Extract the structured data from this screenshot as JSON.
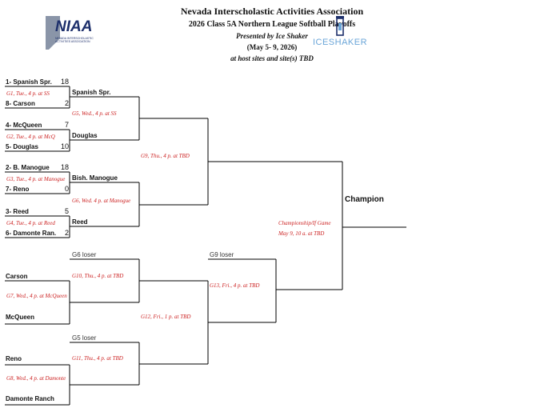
{
  "header": {
    "org": "Nevada Interscholastic Activities Association",
    "event": "2026 Class 5A Northern League Softball Playoffs",
    "presented": "Presented by Ice Shaker",
    "dates": "(May 5- 9, 2026)",
    "sites": "at host sites and site(s) TBD"
  },
  "logos": {
    "niaa": {
      "text": "NIAA",
      "tagline": "NEVADA INTERSCHOLASTIC ACTIVITIES ASSOCIATION",
      "color": "#1d2f6b"
    },
    "iceshaker": {
      "text": "ICESHAKER",
      "color": "#6aa5d8"
    }
  },
  "winners_bracket": {
    "round1": [
      {
        "top": {
          "seed_name": "1- Spanish Spr.",
          "score": "18"
        },
        "game": "G1, Tue., 4 p. at SS",
        "bottom": {
          "seed_name": "8- Carson",
          "score": "2"
        }
      },
      {
        "top": {
          "seed_name": "4- McQueen",
          "score": "7"
        },
        "game": "G2, Tue., 4 p. at McQ",
        "bottom": {
          "seed_name": "5- Douglas",
          "score": "10"
        }
      },
      {
        "top": {
          "seed_name": "2- B. Manogue",
          "score": "18"
        },
        "game": "G3, Tue., 4 p. at Manogue",
        "bottom": {
          "seed_name": "7- Reno",
          "score": "0"
        }
      },
      {
        "top": {
          "seed_name": "3- Reed",
          "score": "5"
        },
        "game": "G4, Tue., 4 p. at Reed",
        "bottom": {
          "seed_name": "6- Damonte Ran.",
          "score": "2"
        }
      }
    ],
    "round2": [
      {
        "top": "Spanish Spr.",
        "game": "G5, Wed., 4 p. at SS",
        "bottom": "Douglas"
      },
      {
        "top": "Bish.  Manogue",
        "game": "G6, Wed. 4 p. at Manogue",
        "bottom": "Reed"
      }
    ],
    "semi_game": "G9, Thu., 4 p. at TBD"
  },
  "losers_bracket": {
    "g6_loser": "G6 loser",
    "g5_loser": "G5 loser",
    "g9_loser": "G9 loser",
    "teams": [
      "Carson",
      "McQueen",
      "Reno",
      "Damonte Ranch"
    ],
    "g7": "G7, Wed., 4 p. at McQueen",
    "g8": "G8, Wed., 4 p. at Damonte",
    "g10": "G10, Thu., 4 p. at TBD",
    "g11": "G11, Thu., 4 p. at TBD",
    "g12": "G12, Fri., 1 p. at TBD",
    "g13": "G13, Fri., 4 p. at TBD"
  },
  "championship": {
    "label": "Champion",
    "game": "Championship/If Game",
    "date": "May 9, 10 a. at TBD"
  }
}
